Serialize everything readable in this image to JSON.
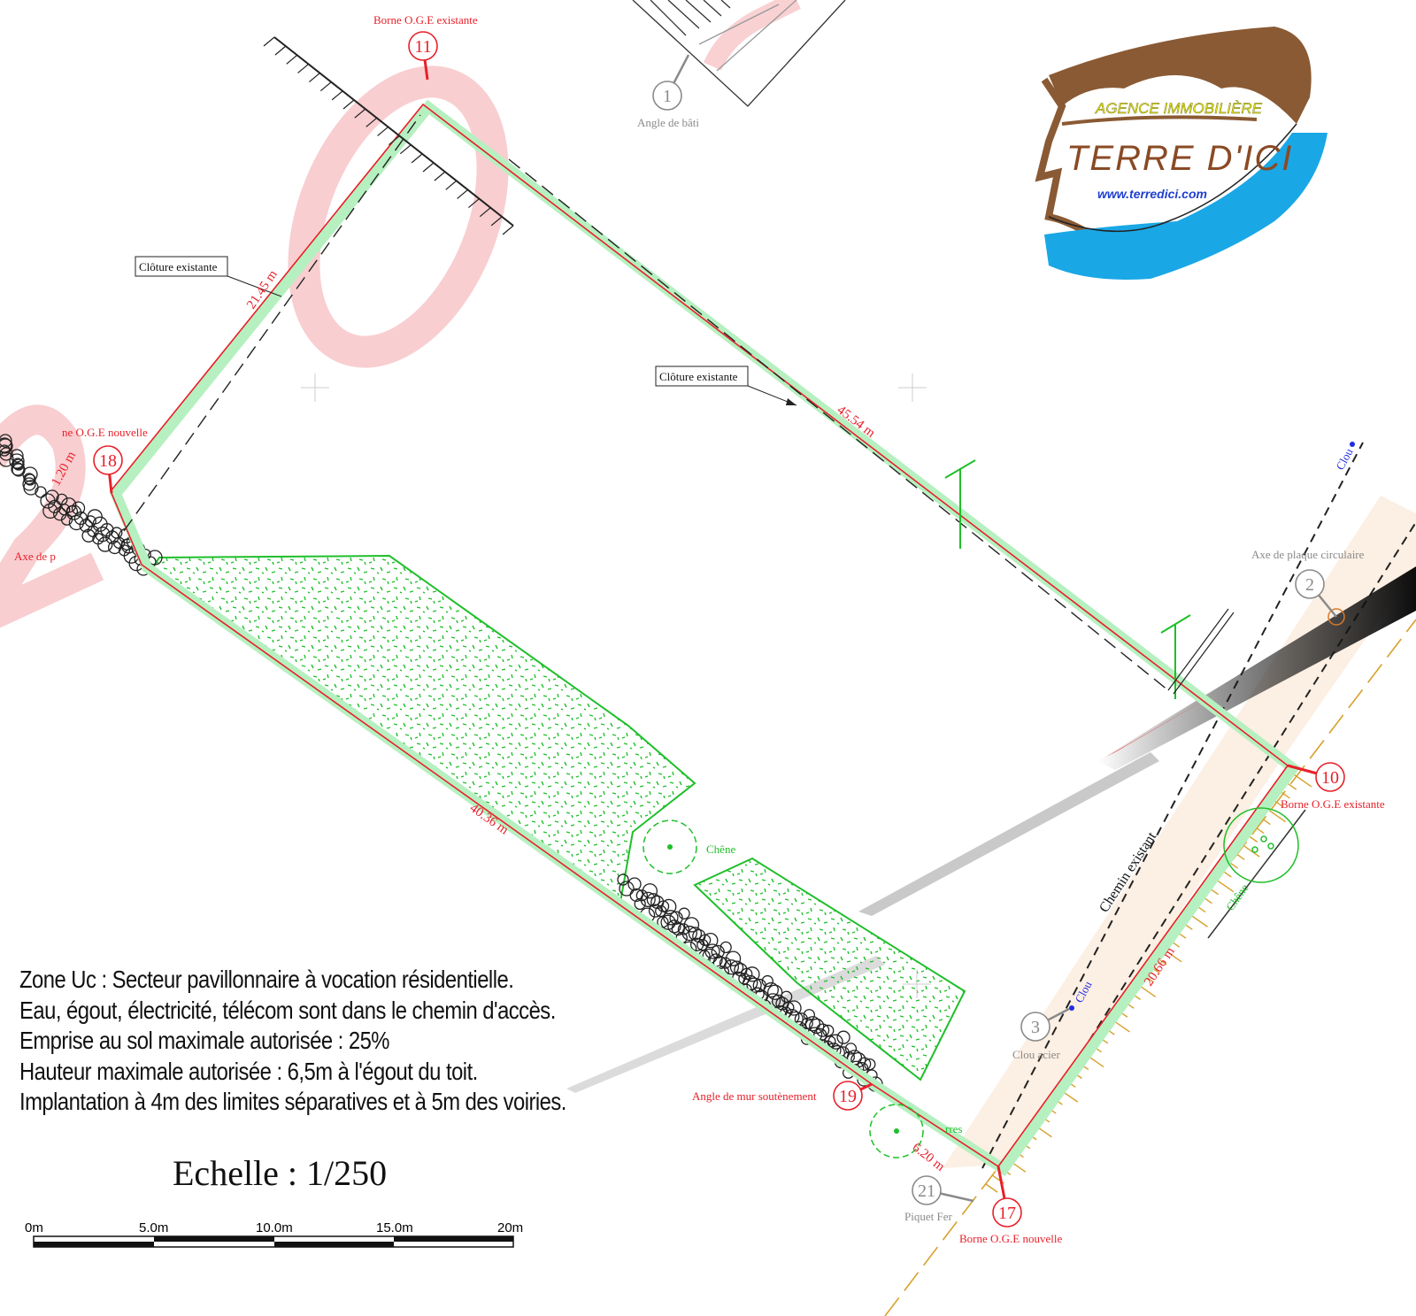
{
  "watermark": {
    "letter_o": "O",
    "letter_2": "2"
  },
  "logo": {
    "tagline": "AGENCE IMMOBILIÈRE",
    "name": "TERRE D'ICI",
    "url": "www.terredici.com",
    "colors": {
      "earth": "#8a5a34",
      "sea": "#1aa7e6",
      "tagline": "#e6e61a"
    }
  },
  "points": [
    {
      "num": "11",
      "label": "Borne O.G.E existante",
      "kind": "red"
    },
    {
      "num": "1",
      "label": "Angle de bâti",
      "kind": "grey"
    },
    {
      "num": "18",
      "label": "ne O.G.E nouvelle",
      "kind": "red"
    },
    {
      "num": "2",
      "label": "Axe de plaque circulaire",
      "kind": "grey"
    },
    {
      "num": "10",
      "label": "Borne O.G.E existante",
      "kind": "red"
    },
    {
      "num": "3",
      "label": "Clou acier",
      "kind": "grey"
    },
    {
      "num": "19",
      "label": "Angle de mur soutènement",
      "kind": "red"
    },
    {
      "num": "21",
      "label": "Piquet Fer",
      "kind": "grey"
    },
    {
      "num": "17",
      "label": "Borne O.G.E nouvelle",
      "kind": "red"
    }
  ],
  "dimensions": {
    "d1": "21.45 m",
    "d2": "45.54 m",
    "d3": "40.36 m",
    "d4": "20.66 m",
    "d5": "6.20 m",
    "d6": "1.20 m"
  },
  "annotations": {
    "fence1": "Clôture existante",
    "fence2": "Clôture existante",
    "road": "Chemin existant",
    "oak1": "Chêne",
    "oak2": "Chêne",
    "nail1": "Clou",
    "nail2": "Clou",
    "axe_partial": "Axe de p",
    "arbres_partial": "rres"
  },
  "notes": [
    "Zone Uc : Secteur pavillonnaire à vocation résidentielle.",
    "Eau, égout, électricité, télécom sont dans le chemin d'accès.",
    "Emprise au sol maximale autorisée : 25%",
    "Hauteur maximale autorisée : 6,5m à l'égout du toit.",
    "Implantation à 4m des limites séparatives et à 5m des voiries."
  ],
  "scale": {
    "title": "Echelle : 1/250",
    "ticks": [
      "0m",
      "5.0m",
      "10.0m",
      "15.0m",
      "20m"
    ]
  },
  "colors": {
    "boundary": "#e8202a",
    "band": "#b6f0c0",
    "vegetation": "#1fbf2a",
    "road": "#fcefe3",
    "talus": "#d6a12a"
  }
}
